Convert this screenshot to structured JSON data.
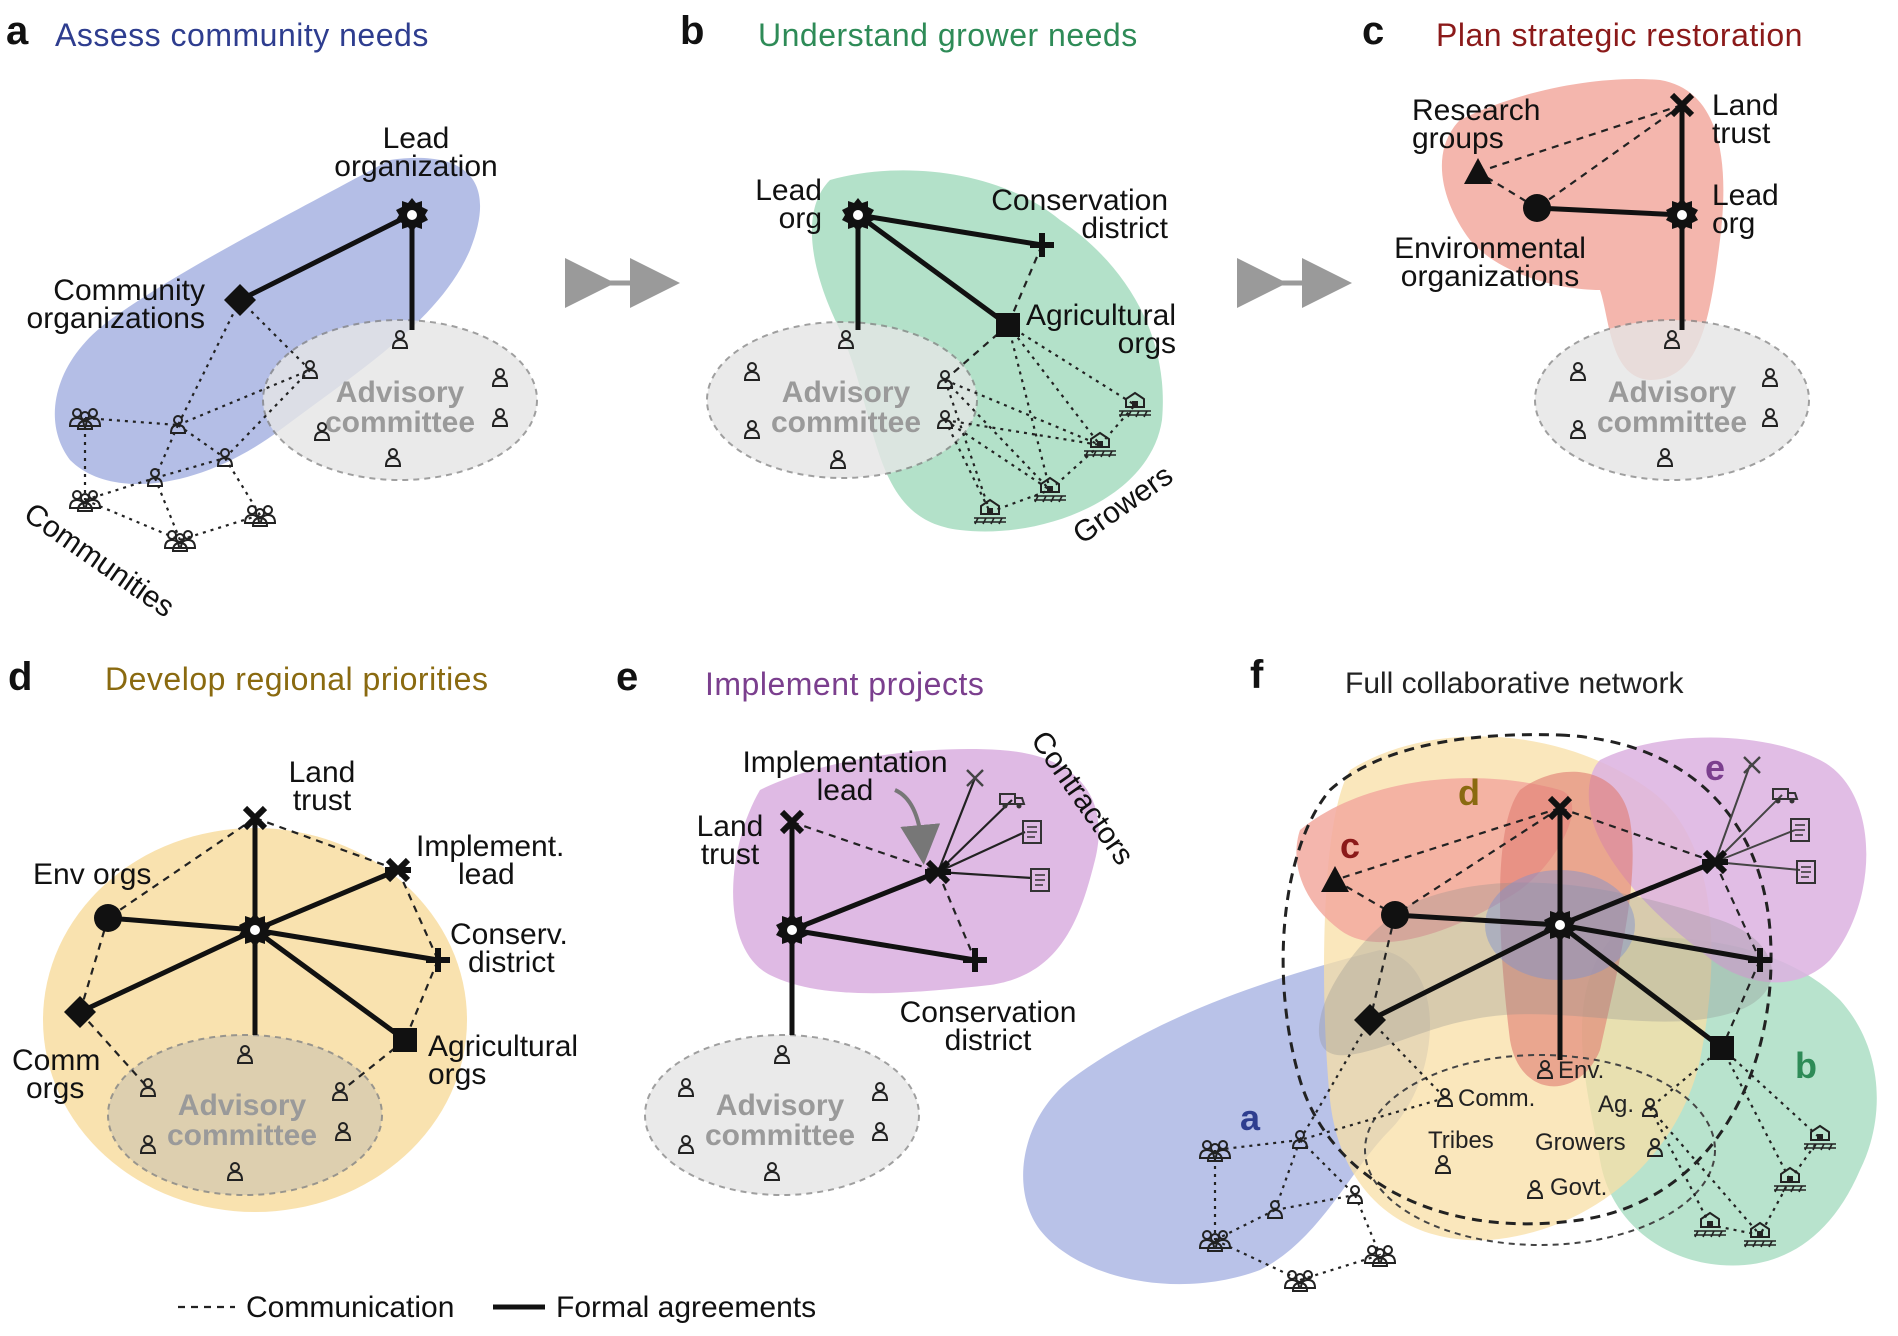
{
  "colors": {
    "a": "#2e3d8f",
    "b": "#2e8b57",
    "c": "#8b1a1a",
    "d": "#8a6a10",
    "e": "#7b3f8e",
    "blob_a": "#a7b3e2",
    "blob_b": "#a6dcc0",
    "blob_c": "#f2a99f",
    "blob_d": "#f8dfa6",
    "blob_e": "#dcb2e1",
    "advisory": "#e6e6e6",
    "arrow": "#9a9a9a"
  },
  "panels": {
    "a": {
      "letter": "a",
      "title": "Assess community needs",
      "labels": {
        "lead_l1": "Lead",
        "lead_l2": "organization",
        "comm_l1": "Community",
        "comm_l2": "organizations",
        "communities": "Communities",
        "adv_l1": "Advisory",
        "adv_l2": "committee"
      }
    },
    "b": {
      "letter": "b",
      "title": "Understand grower needs",
      "labels": {
        "lead_l1": "Lead",
        "lead_l2": "org",
        "cons_l1": "Conservation",
        "cons_l2": "district",
        "ag_l1": "Agricultural",
        "ag_l2": "orgs",
        "growers": "Growers",
        "adv_l1": "Advisory",
        "adv_l2": "committee"
      }
    },
    "c": {
      "letter": "c",
      "title": "Plan strategic restoration",
      "labels": {
        "res_l1": "Research",
        "res_l2": "groups",
        "land_l1": "Land",
        "land_l2": "trust",
        "lead_l1": "Lead",
        "lead_l2": "org",
        "env_l1": "Environmental",
        "env_l2": "organizations",
        "adv_l1": "Advisory",
        "adv_l2": "committee"
      }
    },
    "d": {
      "letter": "d",
      "title": "Develop regional priorities",
      "labels": {
        "land_l1": "Land",
        "land_l2": "trust",
        "imp_l1": "Implement.",
        "imp_l2": "lead",
        "env": "Env orgs",
        "cons_l1": "Conserv.",
        "cons_l2": "district",
        "comm_l1": "Comm",
        "comm_l2": "orgs",
        "ag_l1": "Agricultural",
        "ag_l2": "orgs",
        "adv_l1": "Advisory",
        "adv_l2": "committee"
      }
    },
    "e": {
      "letter": "e",
      "title": "Implement projects",
      "labels": {
        "imp_l1": "Implementation",
        "imp_l2": "lead",
        "land_l1": "Land",
        "land_l2": "trust",
        "contractors": "Contractors",
        "cons_l1": "Conservation",
        "cons_l2": "district",
        "adv_l1": "Advisory",
        "adv_l2": "committee"
      }
    },
    "f": {
      "letter": "f",
      "title": "Full collaborative network",
      "labels": {
        "a": "a",
        "b": "b",
        "c": "c",
        "d": "d",
        "e": "e",
        "env": "Env.",
        "comm": "Comm.",
        "tribes": "Tribes",
        "ag": "Ag.",
        "growers": "Growers",
        "govt": "Govt."
      }
    }
  },
  "legend": {
    "communication": "Communication",
    "formal": "Formal agreements"
  }
}
